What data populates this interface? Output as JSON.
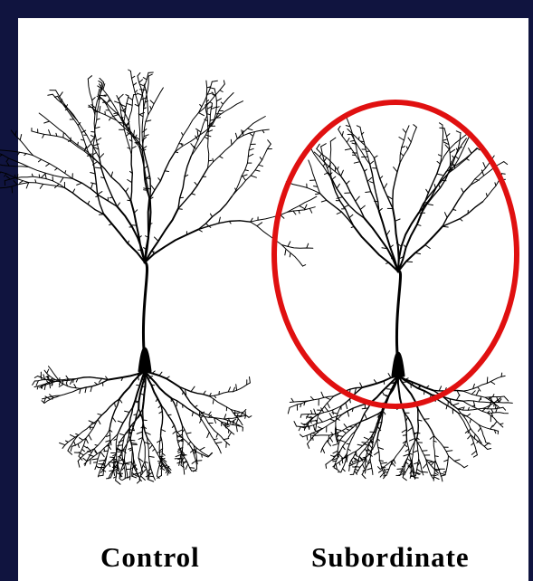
{
  "labels": {
    "control": "Control",
    "subordinate": "Subordinate"
  },
  "colors": {
    "frame": "#10143f",
    "panel": "#ffffff",
    "neuron": "#000000",
    "highlight": "#e01010"
  },
  "icons": {
    "control": "neuron-icon",
    "subordinate": "neuron-icon",
    "highlight": "ellipse-outline"
  }
}
